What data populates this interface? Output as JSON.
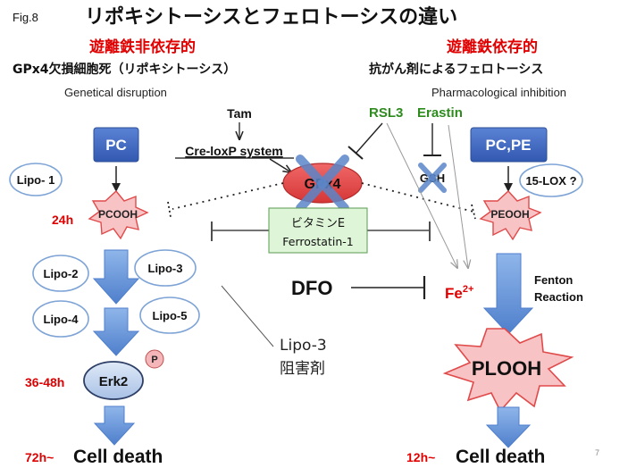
{
  "header": {
    "fig_label": "Fig.8",
    "title": "リポキシトーシスとフェロトーシスの違い"
  },
  "left_panel": {
    "heading": "遊離鉄非依存的",
    "subheading": "GPx4欠損細胞死（リポキシトーシス）",
    "caption": "Genetical disruption",
    "substrate": "PC",
    "peroxide": "PCOOH",
    "time_early": "24h",
    "time_mid": "36-48h",
    "time_late": "72h~",
    "kinase": "Erk2",
    "phospho": "P",
    "outcome": "Cell death",
    "lipos": [
      "Lipo- 1",
      "Lipo-2",
      "Lipo-3",
      "Lipo-4",
      "Lipo-5"
    ]
  },
  "right_panel": {
    "heading": "遊離鉄依存的",
    "subheading": "抗がん剤によるフェロトーシス",
    "caption": "Pharmacological inhibition",
    "substrate": "PC,PE",
    "enzyme": "15-LOX ?",
    "peroxide": "PEOOH",
    "reaction_line1": "Fenton",
    "reaction_line2": "Reaction",
    "product": "PLOOH",
    "time_late": "12h~",
    "outcome": "Cell death"
  },
  "center": {
    "tam": "Tam",
    "cre": "Cre-loxP system",
    "target": "GPx4",
    "inducer1": "RSL3",
    "inducer2": "Erastin",
    "gsh": "GSH",
    "inhibitor_line1": "ビタミンE",
    "inhibitor_line2": "Ferrostatin-1",
    "chelator": "DFO",
    "iron": "Fe",
    "iron_charge": "2+",
    "lipo3_inhibitor_line1": "Lipo-3",
    "lipo3_inhibitor_line2": "阻害剤"
  },
  "page_number": "7",
  "colors": {
    "red_text": "#e00000",
    "green_text": "#2e8b1e",
    "blue_box": "#3f68c2",
    "arrow_blue": "#6b9bd9",
    "gpx_red": "#e54a4a",
    "cross_blue": "#5b86c8",
    "star_fill": "#f8c3c5",
    "inhibit_box": "#dff5d8",
    "lipo_border": "#7ea4d6"
  }
}
